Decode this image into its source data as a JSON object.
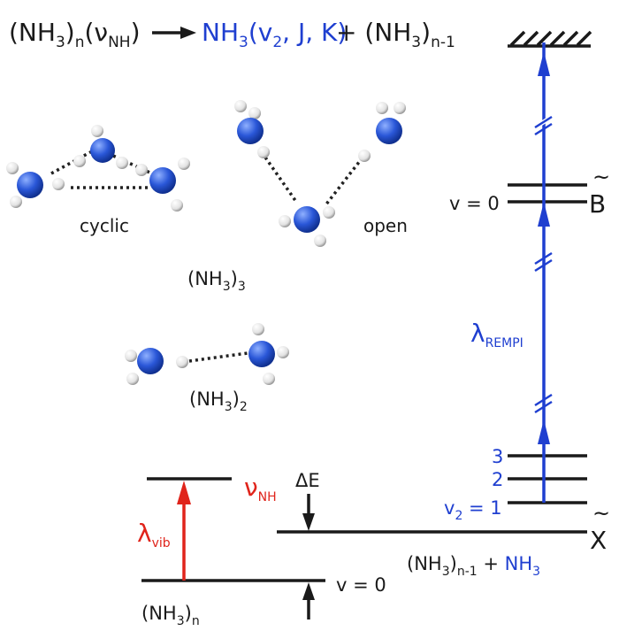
{
  "reaction": {
    "lhs_open": "(NH",
    "lhs_sub3": "3",
    "lhs_close": ")",
    "lhs_subn": "n",
    "lhs_nu_open": "(ν",
    "lhs_nu_sub": "NH",
    "lhs_nu_close": ")",
    "product_main": "NH",
    "product_sub3": "3",
    "product_paren_open": "(v",
    "product_sub2": "2",
    "product_rest": ", J, K)",
    "plus": " + (NH",
    "rhs_sub3": "3",
    "rhs_close": ")",
    "rhs_sub": "n-1"
  },
  "clusters": {
    "cyclic_label": "cyclic",
    "open_label": "open",
    "trimer_label_open": "(NH",
    "trimer_sub3": "3",
    "trimer_close": ")",
    "trimer_subn": "3",
    "dimer_label_open": "(NH",
    "dimer_sub3": "3",
    "dimer_close": ")",
    "dimer_subn": "2"
  },
  "levels": {
    "B_state_v": "v = 0",
    "B_state_symbol": "B",
    "X_state_symbol": "X",
    "tilde": "~",
    "v2_prefix": "v",
    "v2_sub": "2",
    "v2_eq": " = 1",
    "v2_level2": "2",
    "v2_level3": "3",
    "cluster_v0": "v = 0",
    "cluster_label_open": "(NH",
    "cluster_label_sub3": "3",
    "cluster_label_close": ")",
    "cluster_label_subn": "n",
    "dissoc_label_open": "(NH",
    "dissoc_label_sub3": "3",
    "dissoc_label_close": ")",
    "dissoc_label_subn": "n-1",
    "dissoc_plus": " + ",
    "dissoc_nh": "NH",
    "dissoc_nh_sub3": "3",
    "deltaE": "ΔE",
    "nu_main": "ν",
    "nu_sub": "NH",
    "lambda_vib_main": "λ",
    "lambda_vib_sub": "vib",
    "lambda_rempi_main": "λ",
    "lambda_rempi_sub": "REMPI"
  },
  "colors": {
    "blue": "#1f3fd0",
    "red": "#e0241b",
    "black": "#1a1a1a",
    "nitrogen": "#2a57d8",
    "hydrogen": "#f0f0f0"
  }
}
